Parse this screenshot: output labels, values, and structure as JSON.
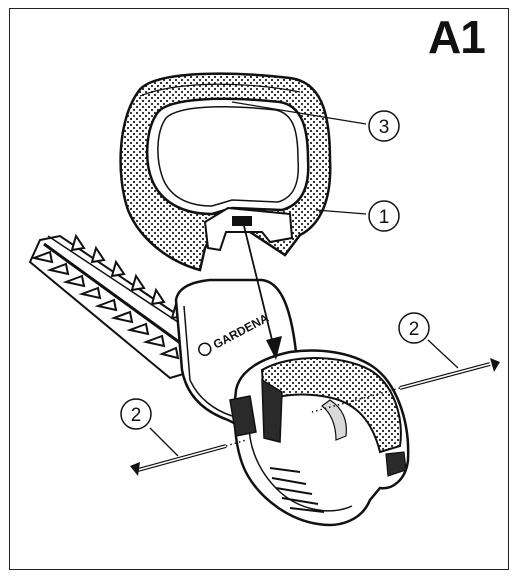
{
  "figure": {
    "label": "A1"
  },
  "callouts": [
    {
      "number": "3",
      "part": "handle-grip"
    },
    {
      "number": "1",
      "part": "front-handle"
    },
    {
      "number": "2",
      "part": "screw-right"
    },
    {
      "number": "2",
      "part": "screw-left"
    }
  ],
  "brand": {
    "text": "GARDENA"
  },
  "colors": {
    "line": "#111111",
    "paper": "#ffffff",
    "shade": "#2a2a2a",
    "mid": "#d9d9d9"
  }
}
